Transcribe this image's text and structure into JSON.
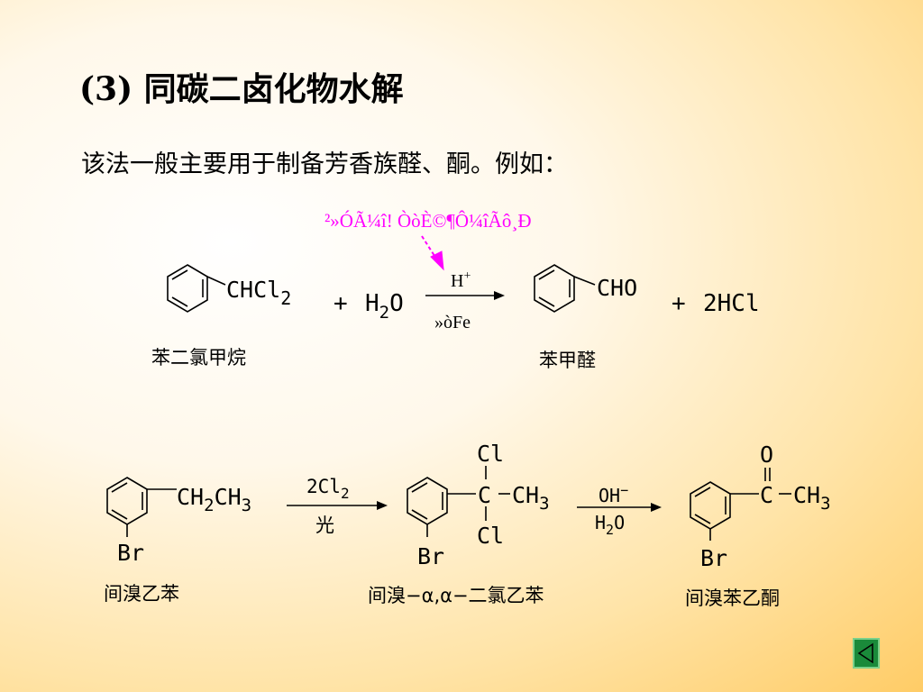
{
  "slide": {
    "title": "(3) 同碳二卤化物水解",
    "intro": "该法一般主要用于制备芳香族醛、酮。例如："
  },
  "annotation": {
    "text": "²»ÓÃ¼î! ÒòÈ©¶Ô¼îÃô¸Ð",
    "color": "#ff00ff"
  },
  "reaction1": {
    "reactant_group": "CHCl",
    "reactant_sub": "2",
    "plus1": "+",
    "water_h": "H",
    "water_sub": "2",
    "water_o": "O",
    "cond_top": "H",
    "cond_top_sup": "+",
    "cond_bottom": "»òFe",
    "product_group": "CHO",
    "plus2": "+",
    "byproduct": "2HCl",
    "reactant_name": "苯二氯甲烷",
    "product_name": "苯甲醛"
  },
  "reaction2": {
    "r_group_a": "CH",
    "r_sub_a": "2",
    "r_group_b": "CH",
    "r_sub_b": "3",
    "br": "Br",
    "cond1_top": "2Cl",
    "cond1_top_sub": "2",
    "cond1_bottom": "光",
    "mid_cl_top": "Cl",
    "mid_c": "C",
    "mid_ch": "CH",
    "mid_ch_sub": "3",
    "mid_cl_bottom": "Cl",
    "cond2_top": "OH",
    "cond2_top_sup": "−",
    "cond2_bottom": "H",
    "cond2_bottom_sub": "2",
    "cond2_bottom_o": "O",
    "p_o": "O",
    "p_c": "C",
    "p_ch": "CH",
    "p_ch_sub": "3",
    "name1": "间溴乙苯",
    "name2": "间溴−α,α−二氯乙苯",
    "name3": "间溴苯乙酮"
  },
  "nav": {
    "back_icon": "triangle-left-icon"
  }
}
